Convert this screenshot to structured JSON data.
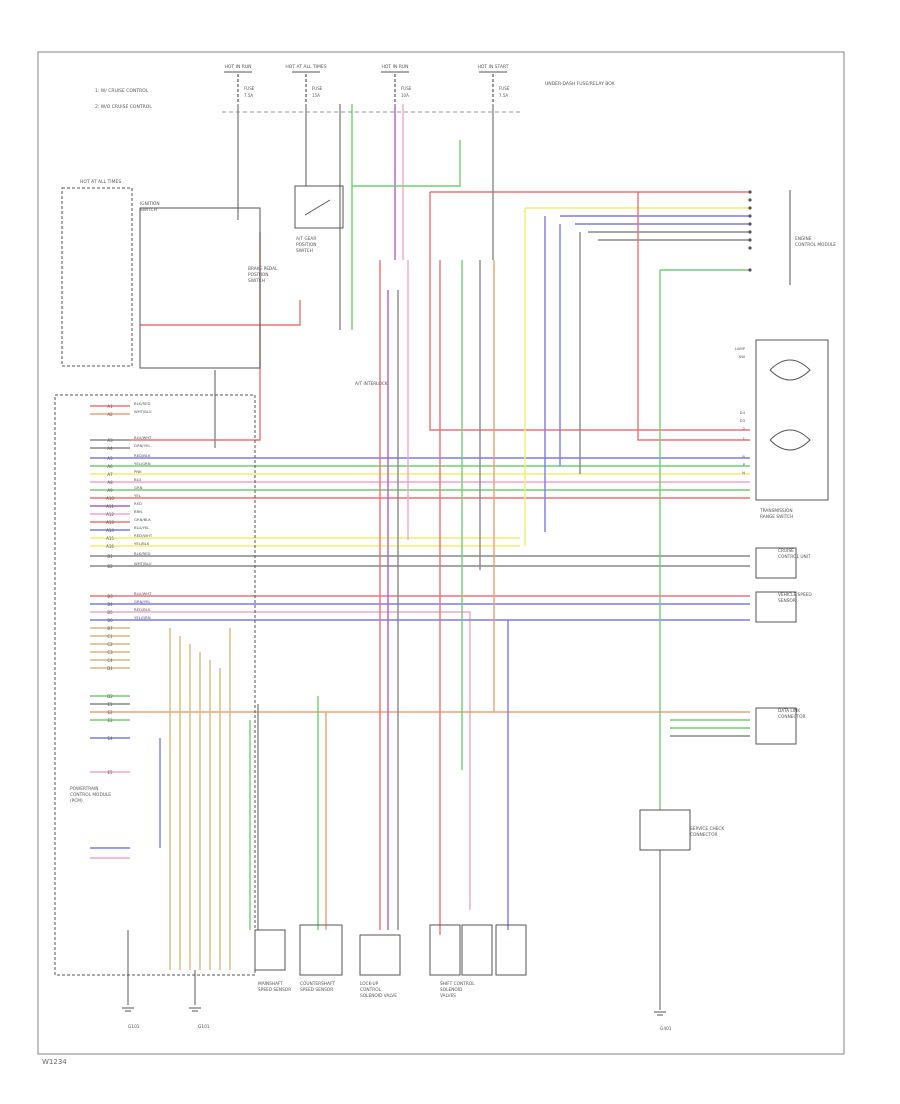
{
  "diagram": {
    "footer_code": "W1234",
    "colors": {
      "red": "#f07070",
      "pink": "#f3a6c8",
      "blue": "#7a7af0",
      "green": "#70d070",
      "yellow": "#f2ee70",
      "purple": "#b060c0",
      "tan": "#d9b880",
      "orange": "#f0a070",
      "gray": "#888888",
      "line": "#555555",
      "frame": "#999999"
    },
    "fuse_labels": [
      {
        "id": "fuse-1",
        "top": "HOT IN RUN",
        "sub": "FUSE",
        "amp": "7.5A"
      },
      {
        "id": "fuse-2",
        "top": "HOT AT ALL TIMES",
        "sub": "FUSE",
        "amp": "15A"
      },
      {
        "id": "fuse-3",
        "top": "HOT IN RUN",
        "sub": "FUSE",
        "amp": "10A"
      },
      {
        "id": "fuse-4",
        "top": "HOT IN START",
        "sub": "FUSE",
        "amp": "7.5A"
      }
    ],
    "notes": [
      "1: W/ CRUISE CONTROL",
      "2: W/O CRUISE CONTROL"
    ],
    "fuse_box_caption": "UNDER-DASH FUSE/RELAY BOX",
    "main_relay_caption": "HOT AT ALL TIMES",
    "components": [
      {
        "id": "pcm",
        "label": "POWERTRAIN CONTROL MODULE (PCM)"
      },
      {
        "id": "shift-lock",
        "label": "A/T GEAR POSITION SWITCH"
      },
      {
        "id": "ignition",
        "label": "IGNITION SWITCH"
      },
      {
        "id": "brake-switch",
        "label": "BRAKE PEDAL POSITION SWITCH"
      },
      {
        "id": "gear-switch",
        "label": "TRANSMISSION RANGE SWITCH"
      },
      {
        "id": "engine-ctrl",
        "label": "ENGINE CONTROL MODULE"
      },
      {
        "id": "cruise-unit",
        "label": "CRUISE CONTROL UNIT"
      },
      {
        "id": "vss",
        "label": "VEHICLE SPEED SENSOR"
      },
      {
        "id": "main-shaft",
        "label": "MAINSHAFT SPEED SENSOR"
      },
      {
        "id": "counter-shaft",
        "label": "COUNTERSHAFT SPEED SENSOR"
      },
      {
        "id": "lockup",
        "label": "LOCK-UP CONTROL SOLENOID VALVE"
      },
      {
        "id": "shift-solenoids",
        "label": "SHIFT CONTROL SOLENOID VALVES"
      },
      {
        "id": "data-link",
        "label": "DATA LINK CONNECTOR"
      },
      {
        "id": "dlc",
        "label": "SERVICE CHECK CONNECTOR"
      },
      {
        "id": "ground-1",
        "label": "G101"
      },
      {
        "id": "ground-2",
        "label": "G101"
      },
      {
        "id": "ground-3",
        "label": "G401"
      },
      {
        "id": "interlock",
        "label": "A/T INTERLOCK"
      }
    ],
    "left_pin_labels": [
      "A1",
      "A2",
      "A3",
      "A4",
      "A5",
      "A6",
      "A7",
      "A8",
      "A9",
      "A10",
      "A11",
      "A12",
      "A13",
      "A14",
      "A15",
      "A16",
      "B1",
      "B2",
      "B3",
      "B4",
      "B5",
      "B6",
      "B7",
      "C1",
      "C2",
      "C3",
      "C4",
      "D1",
      "D2",
      "E1",
      "E2",
      "E3",
      "E4",
      "E5"
    ],
    "wire_codes": [
      "BLK/RED",
      "WHT/BLU",
      "BLU/WHT",
      "GRN/YEL",
      "RED/BLK",
      "YEL/GRN",
      "PNK",
      "BLU",
      "GRN",
      "YEL",
      "RED",
      "BRN",
      "GRN/BLK",
      "BLU/YEL",
      "RED/WHT",
      "YEL/BLK"
    ],
    "right_pin_labels": [
      "LAMP",
      "SW",
      "D4",
      "D3",
      "2",
      "1",
      "R",
      "P",
      "N"
    ]
  }
}
